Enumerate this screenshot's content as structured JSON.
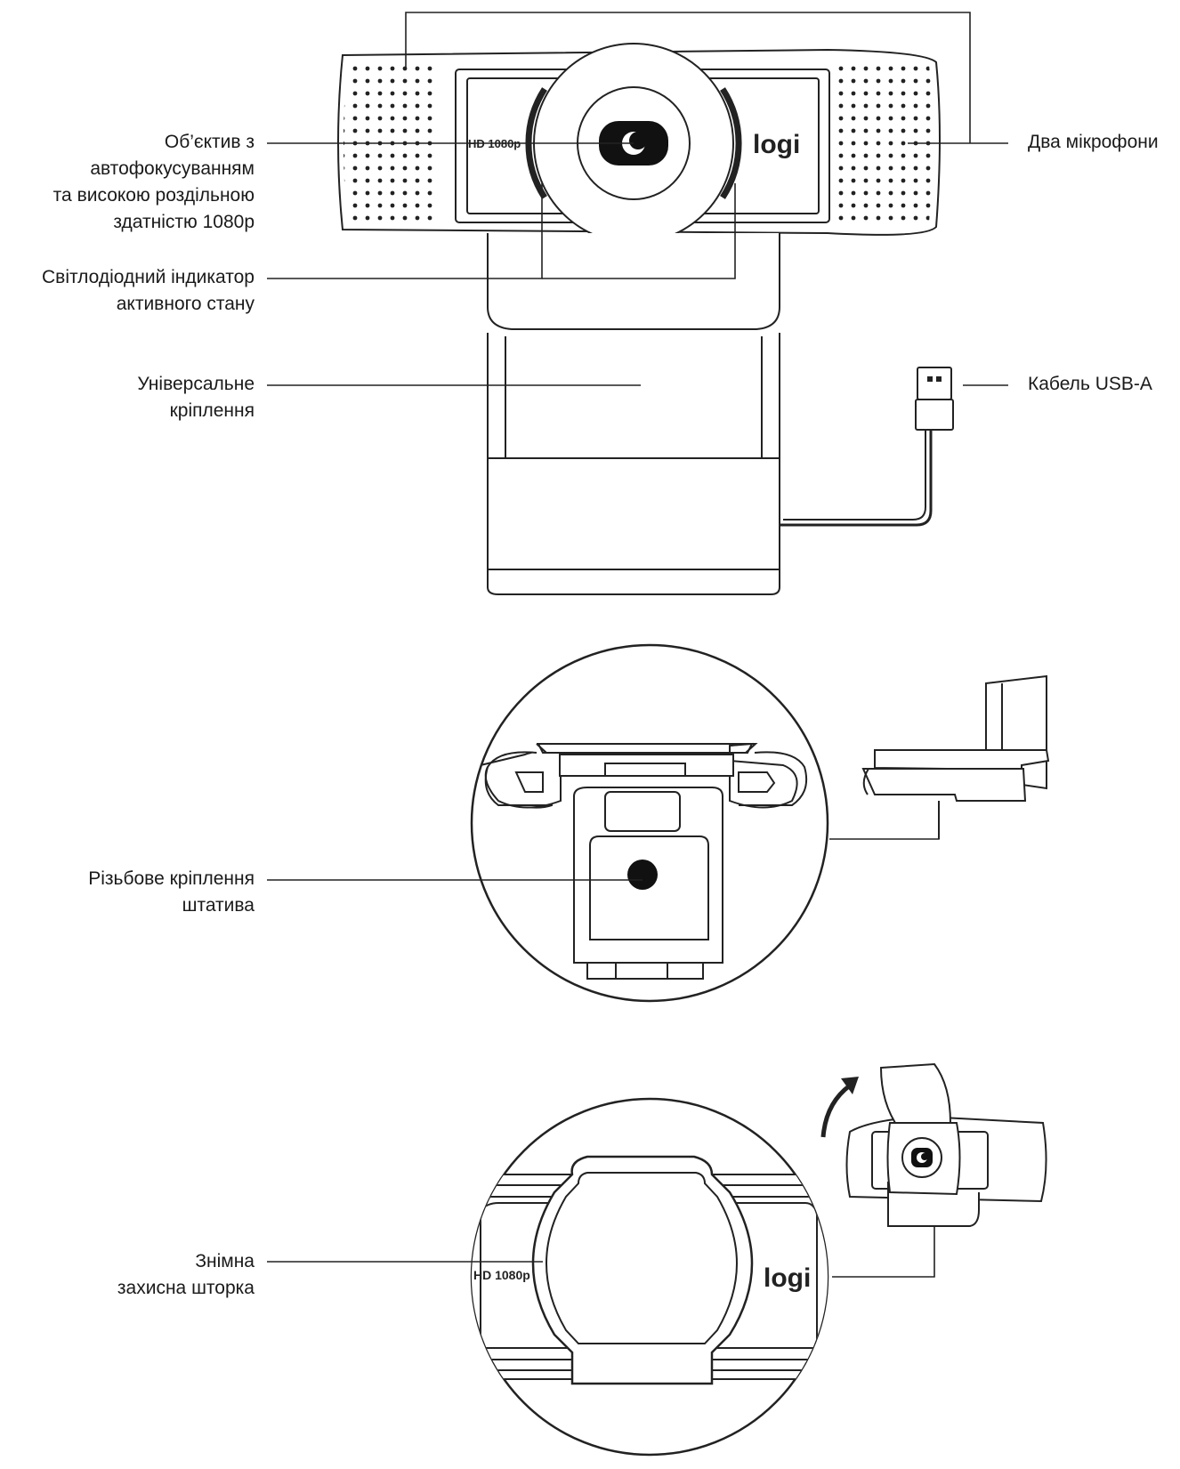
{
  "callouts": {
    "lens": [
      "Об’єктив з",
      "автофокусуванням",
      "та високою роздільною",
      "здатністю 1080p"
    ],
    "led": [
      "Світлодіодний індикатор",
      "активного стану"
    ],
    "mount": [
      "Універсальне",
      "кріплення"
    ],
    "microphones": "Два мікрофони",
    "usb": "Кабель USB-A",
    "tripod": [
      "Різьбове кріплення",
      "штатива"
    ],
    "shutter": [
      "Знімна",
      "захисна шторка"
    ]
  },
  "device": {
    "model_label": "HD 1080p",
    "brand": "logi"
  },
  "icons": [
    "lens-icon",
    "usb-plug-icon",
    "tripod-thread-icon",
    "rotate-arrow-icon"
  ]
}
